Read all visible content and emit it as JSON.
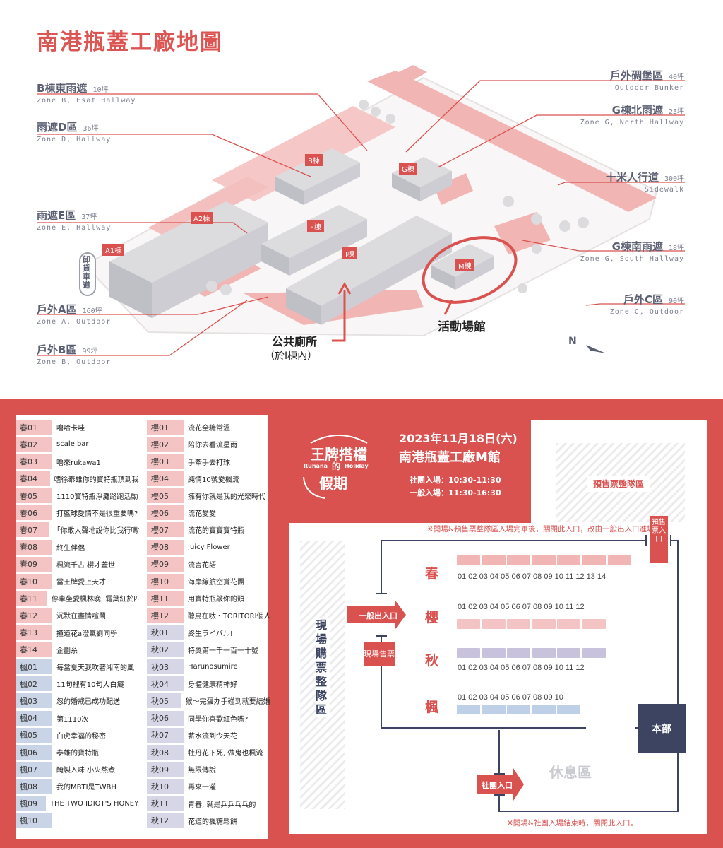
{
  "title": "南港瓶蓋工廠地圖",
  "zones_left": [
    {
      "zh": "B棟東雨遮",
      "pg": "10坪",
      "en": "Zone B, Esat Hallway"
    },
    {
      "zh": "雨遮D區",
      "pg": "36坪",
      "en": "Zone D, Hallway"
    },
    {
      "zh": "雨遮E區",
      "pg": "37坪",
      "en": "Zone E, Hallway"
    },
    {
      "zh": "戶外A區",
      "pg": "160坪",
      "en": "Zone A, Outdoor"
    },
    {
      "zh": "戶外B區",
      "pg": "99坪",
      "en": "Zone B, Outdoor"
    }
  ],
  "zones_right": [
    {
      "zh": "戶外碉堡區",
      "pg": "40坪",
      "en": "Outdoor Bunker"
    },
    {
      "zh": "G棟北雨遮",
      "pg": "23坪",
      "en": "Zone G, North Hallway"
    },
    {
      "zh": "十米人行道",
      "pg": "300坪",
      "en": "Sidewalk"
    },
    {
      "zh": "G棟南雨遮",
      "pg": "18坪",
      "en": "Zone G, South Hallway"
    },
    {
      "zh": "戶外C區",
      "pg": "90坪",
      "en": "Zone C, Outdoor"
    }
  ],
  "buildings": [
    "A1棟",
    "A2棟",
    "B棟",
    "F棟",
    "G棟",
    "I棟",
    "M棟"
  ],
  "side_road": "卸貨車道",
  "toilet": "公共廁所",
  "toilet_sub": "（於I棟內）",
  "venue": "活動場館",
  "north": "N",
  "booths_left": [
    {
      "code": "春01",
      "name": "嚕哈卡哇",
      "c": "spr"
    },
    {
      "code": "春02",
      "name": "scale bar",
      "c": "spr"
    },
    {
      "code": "春03",
      "name": "嚕來rukawa1",
      "c": "spr"
    },
    {
      "code": "春04",
      "name": "嗜徐泰雄你的寶特瓶頂到我了",
      "c": "spr"
    },
    {
      "code": "春05",
      "name": "1110寶特瓶淨灘路跑活動",
      "c": "spr"
    },
    {
      "code": "春06",
      "name": "打籃球愛情不是很重要嗎?",
      "c": "spr"
    },
    {
      "code": "春07",
      "name": "「你敢大聲地說你比我行嗎?」",
      "c": "spr"
    },
    {
      "code": "春08",
      "name": "終生伴侶",
      "c": "spr"
    },
    {
      "code": "春09",
      "name": "楓流千古 櫻才蓋世",
      "c": "spr"
    },
    {
      "code": "春10",
      "name": "當王牌愛上天才",
      "c": "spr"
    },
    {
      "code": "春11",
      "name": "停車坐愛楓林晚, 霜葉紅於四月花",
      "c": "spr"
    },
    {
      "code": "春12",
      "name": "沉默在盡情喧鬧",
      "c": "spr"
    },
    {
      "code": "春13",
      "name": "撞道花a澄氣劉同學",
      "c": "spr"
    },
    {
      "code": "春14",
      "name": "企劃糸",
      "c": "spr"
    },
    {
      "code": "楓01",
      "name": "每當夏天我吹著湘南的風",
      "c": "map"
    },
    {
      "code": "楓02",
      "name": "11句裡有10句大白癡",
      "c": "map"
    },
    {
      "code": "楓03",
      "name": "忽的婚戒已成功配送",
      "c": "map"
    },
    {
      "code": "楓04",
      "name": "第1110次!",
      "c": "map"
    },
    {
      "code": "楓05",
      "name": "白虎幸福的秘密",
      "c": "map"
    },
    {
      "code": "楓06",
      "name": "泰雄的寶特瓶",
      "c": "map"
    },
    {
      "code": "楓07",
      "name": "醃製入味 小火熬煮",
      "c": "map"
    },
    {
      "code": "楓08",
      "name": "我的MBTI是TWBH",
      "c": "map"
    },
    {
      "code": "楓09",
      "name": "THE TWO IDIOT'S HONEYMOON",
      "c": "map"
    },
    {
      "code": "楓10",
      "name": "",
      "c": "map"
    }
  ],
  "booths_right": [
    {
      "code": "櫻01",
      "name": "流花全糖常溫",
      "c": "chr"
    },
    {
      "code": "櫻02",
      "name": "陪你去看流星雨",
      "c": "chr"
    },
    {
      "code": "櫻03",
      "name": "手牽手去打球",
      "c": "chr"
    },
    {
      "code": "櫻04",
      "name": "純情10號愛楓流",
      "c": "chr"
    },
    {
      "code": "櫻05",
      "name": "擁有你就是我的光榮時代",
      "c": "chr"
    },
    {
      "code": "櫻06",
      "name": "流花愛愛",
      "c": "chr"
    },
    {
      "code": "櫻07",
      "name": "流花的寶寶寶特瓶",
      "c": "chr"
    },
    {
      "code": "櫻08",
      "name": "Juicy Flower",
      "c": "chr"
    },
    {
      "code": "櫻09",
      "name": "流言花語",
      "c": "chr"
    },
    {
      "code": "櫻10",
      "name": "海岸線航空賞花團",
      "c": "chr"
    },
    {
      "code": "櫻11",
      "name": "用寶特瓶敲你的頭",
      "c": "chr"
    },
    {
      "code": "櫻12",
      "name": "聽鳥在呔・TORITORI個人",
      "c": "chr"
    },
    {
      "code": "秋01",
      "name": "終生ライバル!",
      "c": "aut"
    },
    {
      "code": "秋02",
      "name": "特獎第一千一百一十號",
      "c": "aut"
    },
    {
      "code": "秋03",
      "name": "Harunosumire",
      "c": "aut"
    },
    {
      "code": "秋04",
      "name": "身體健康精神好",
      "c": "aut"
    },
    {
      "code": "秋05",
      "name": "猴～完蛋办手碰到就要結婚办",
      "c": "aut"
    },
    {
      "code": "秋06",
      "name": "同學你喜歡紅色嗎?",
      "c": "aut"
    },
    {
      "code": "秋07",
      "name": "薪水流到今天花",
      "c": "aut"
    },
    {
      "code": "秋08",
      "name": "牡丹花下死, 做鬼也楓流",
      "c": "aut"
    },
    {
      "code": "秋09",
      "name": "無限傳說",
      "c": "aut"
    },
    {
      "code": "秋10",
      "name": "再來一灌",
      "c": "aut"
    },
    {
      "code": "秋11",
      "name": "青春, 就是乒乒乓乓的",
      "c": "aut"
    },
    {
      "code": "秋12",
      "name": "花道的楓糖鬆餅",
      "c": "aut"
    }
  ],
  "logo": {
    "main": "王牌搭檔",
    "sub1": "Ruhana",
    "sub2": "Holiday",
    "de": "的",
    "tail": "假期"
  },
  "event": {
    "date": "2023年11月18日(六)",
    "venue": "南港瓶蓋工廠M館",
    "club": "社團入場：10:30-11:30",
    "general": "一般入場：11:30-16:30"
  },
  "presale_area": "預售票整隊區",
  "note_top": "※開場&預售票整隊區入場完畢後，關閉此入口，改由一般出入口進場。",
  "presale_gate": "預售票入口",
  "onsite_area": "現場購票整隊區",
  "general_gate": "一般出入口",
  "onsite_ticket": "現場售票",
  "rows": [
    {
      "zone": "春",
      "nums": "01 02 03 04 05 06 07 08 09 10 11 12 13 14"
    },
    {
      "zone": "櫻",
      "nums": "01 02 03 04 05 06 07 08 09 10 11 12"
    },
    {
      "zone": "秋",
      "nums": "01 02 03 04 05 06 07 08 09 10 11 12"
    },
    {
      "zone": "楓",
      "nums": "01 02 03 04 05 06 07 08 09 10"
    }
  ],
  "hq": "本部",
  "rest": "休息區",
  "club_gate": "社團入口",
  "note_bottom": "※開場&社團入場結束時，關閉此入口。",
  "colors": {
    "red": "#d9524f",
    "pink": "#f1b5b4",
    "navy": "#3d4461",
    "lilac": "#c9c2dc",
    "blue": "#bdd0e8"
  }
}
